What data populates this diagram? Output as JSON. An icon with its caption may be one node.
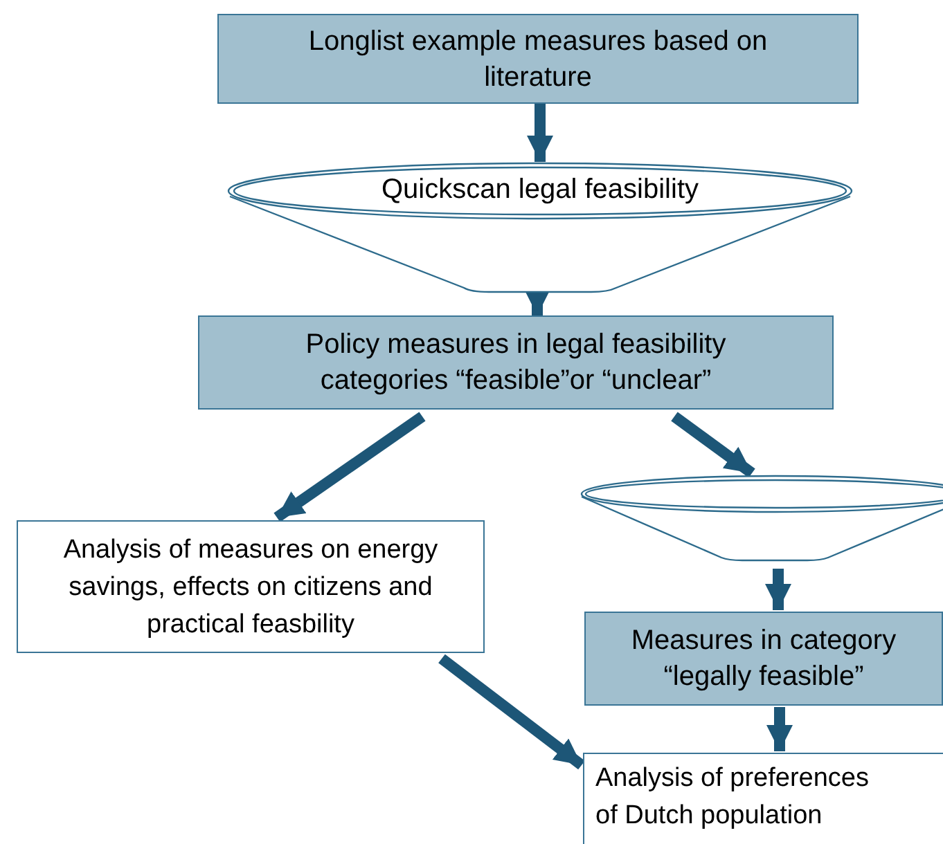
{
  "diagram": {
    "nodes": [
      {
        "text": [
          "Longlist example measures based on literature"
        ]
      },
      {
        "text": [
          "Quickscan legal feasibility"
        ]
      },
      {
        "text": [
          "Policy measures in legal feasibility categories “feasible”or “unclear”"
        ]
      },
      {
        "text": [
          "Analysis of measures on energy savings, effects on citizens and practical feasbility"
        ]
      },
      {
        "text": [],
        "shape": "funnel"
      },
      {
        "text": [
          "Measures in category “legally feasible”"
        ]
      },
      {
        "text": [
          "Analysis of preferences of Dutch population"
        ]
      }
    ],
    "edges": [
      {
        "from": 0,
        "to": 1,
        "arrow": "to"
      },
      {
        "from": 1,
        "to": 2,
        "arrow": "to"
      },
      {
        "from": 2,
        "to": 3,
        "arrow": "to"
      },
      {
        "from": 2,
        "to": 4,
        "arrow": "to"
      },
      {
        "from": 4,
        "to": 5,
        "arrow": "to"
      },
      {
        "from": 3,
        "to": 6,
        "arrow": "to"
      },
      {
        "from": 5,
        "to": 6,
        "arrow": "to"
      }
    ]
  }
}
